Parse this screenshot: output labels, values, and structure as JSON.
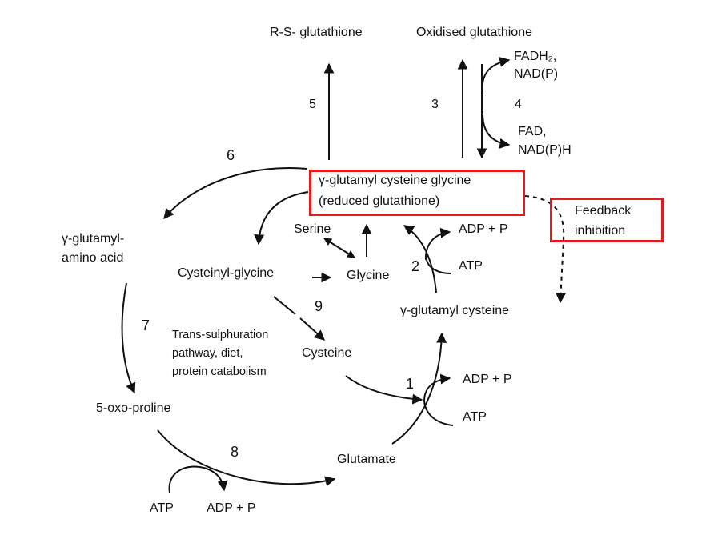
{
  "compounds": {
    "rs_glutathione": "R-S- glutathione",
    "oxidised_glutathione": "Oxidised glutathione",
    "fadh2": "FADH₂,",
    "nadp": "NAD(P)",
    "fad": "FAD,",
    "nadph": "NAD(P)H",
    "reduced_gsh_line1": "γ-glutamyl cysteine glycine",
    "reduced_gsh_line2": "(reduced glutathione)",
    "feedback_line1": "Feedback",
    "feedback_line2": "inhibition",
    "gamma_glutamyl_line1": "γ-glutamyl-",
    "gamma_glutamyl_line2": "amino acid",
    "serine": "Serine",
    "cysteinyl_glycine": "Cysteinyl-glycine",
    "glycine": "Glycine",
    "adp_p_2": "ADP + P",
    "atp_2": "ATP",
    "gamma_glutamyl_cysteine": "γ-glutamyl cysteine",
    "trans_line1": "Trans-sulphuration",
    "trans_line2": "pathway, diet,",
    "trans_line3": "protein catabolism",
    "cysteine": "Cysteine",
    "adp_p_1": "ADP + P",
    "atp_1": "ATP",
    "oxoproline": "5-oxo-proline",
    "glutamate": "Glutamate",
    "atp_8": "ATP",
    "adp_p_8": "ADP + P"
  },
  "steps": {
    "s1": "1",
    "s2": "2",
    "s3": "3",
    "s4": "4",
    "s5": "5",
    "s6": "6",
    "s7": "7",
    "s8": "8",
    "s9": "9"
  },
  "colors": {
    "highlight": "#e31b1b",
    "line": "#111111"
  }
}
